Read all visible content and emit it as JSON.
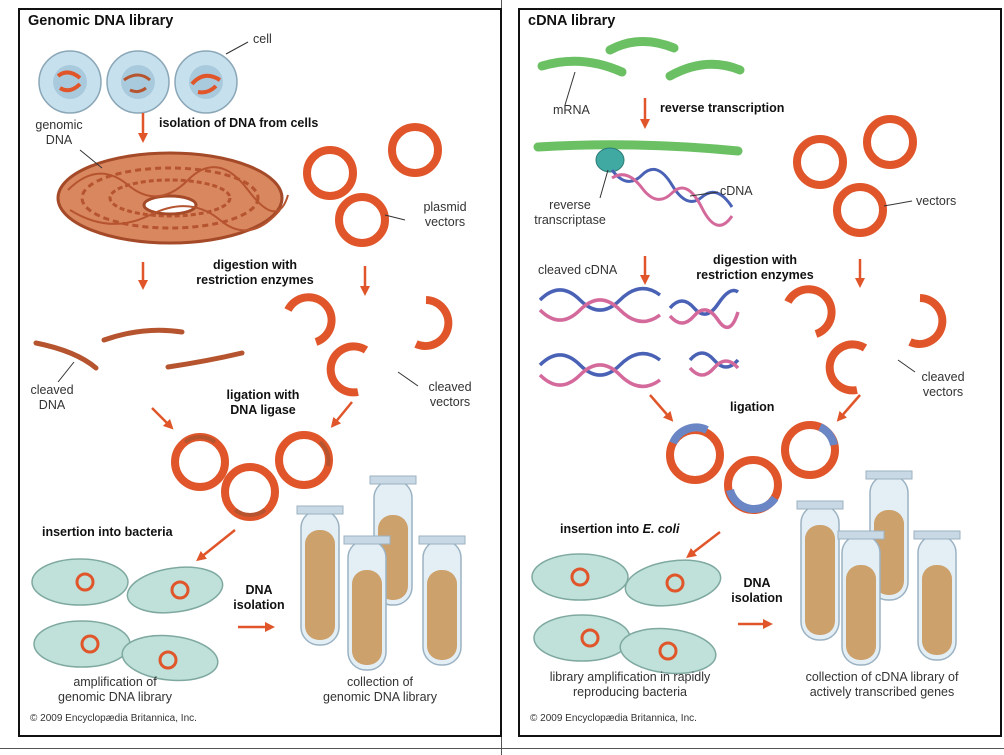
{
  "colors": {
    "orange": "#e0562a",
    "dna_brown": "#b5542e",
    "cell_fill": "#b9d7e8",
    "bacteria_fill": "#bfe1d9",
    "mrna_green": "#6cc064",
    "helix_blue": "#4a62b5",
    "helix_pink": "#d46a9c",
    "tube_fill": "#e3eef5"
  },
  "genomic": {
    "title": "Genomic DNA library",
    "cell": "cell",
    "genomic_dna": "genomic\nDNA",
    "step_isolation": "isolation of DNA from cells",
    "plasmid_vectors": "plasmid\nvectors",
    "step_digestion": "digestion with\nrestriction enzymes",
    "cleaved_dna": "cleaved\nDNA",
    "step_ligation": "ligation with\nDNA ligase",
    "cleaved_vectors": "cleaved\nvectors",
    "step_insertion": "insertion into bacteria",
    "dna_isolation": "DNA\nisolation",
    "amplification": "amplification of\ngenomic DNA library",
    "collection": "collection of\ngenomic DNA library",
    "copyright": "© 2009 Encyclopædia Britannica, Inc."
  },
  "cdna": {
    "title": "cDNA library",
    "mrna": "mRNA",
    "step_rt": "reverse transcription",
    "reverse_transcriptase": "reverse\ntranscriptase",
    "cdna_label": "cDNA",
    "vectors": "vectors",
    "cleaved_cdna": "cleaved cDNA",
    "step_digestion": "digestion with\nrestriction enzymes",
    "cleaved_vectors": "cleaved\nvectors",
    "step_ligation": "ligation",
    "step_insertion_prefix": "insertion into ",
    "step_insertion_organism": "E. coli",
    "dna_isolation": "DNA\nisolation",
    "amplification": "library amplification in rapidly\nreproducing bacteria",
    "collection": "collection of cDNA library of\nactively transcribed genes",
    "copyright": "© 2009 Encyclopædia Britannica, Inc."
  }
}
